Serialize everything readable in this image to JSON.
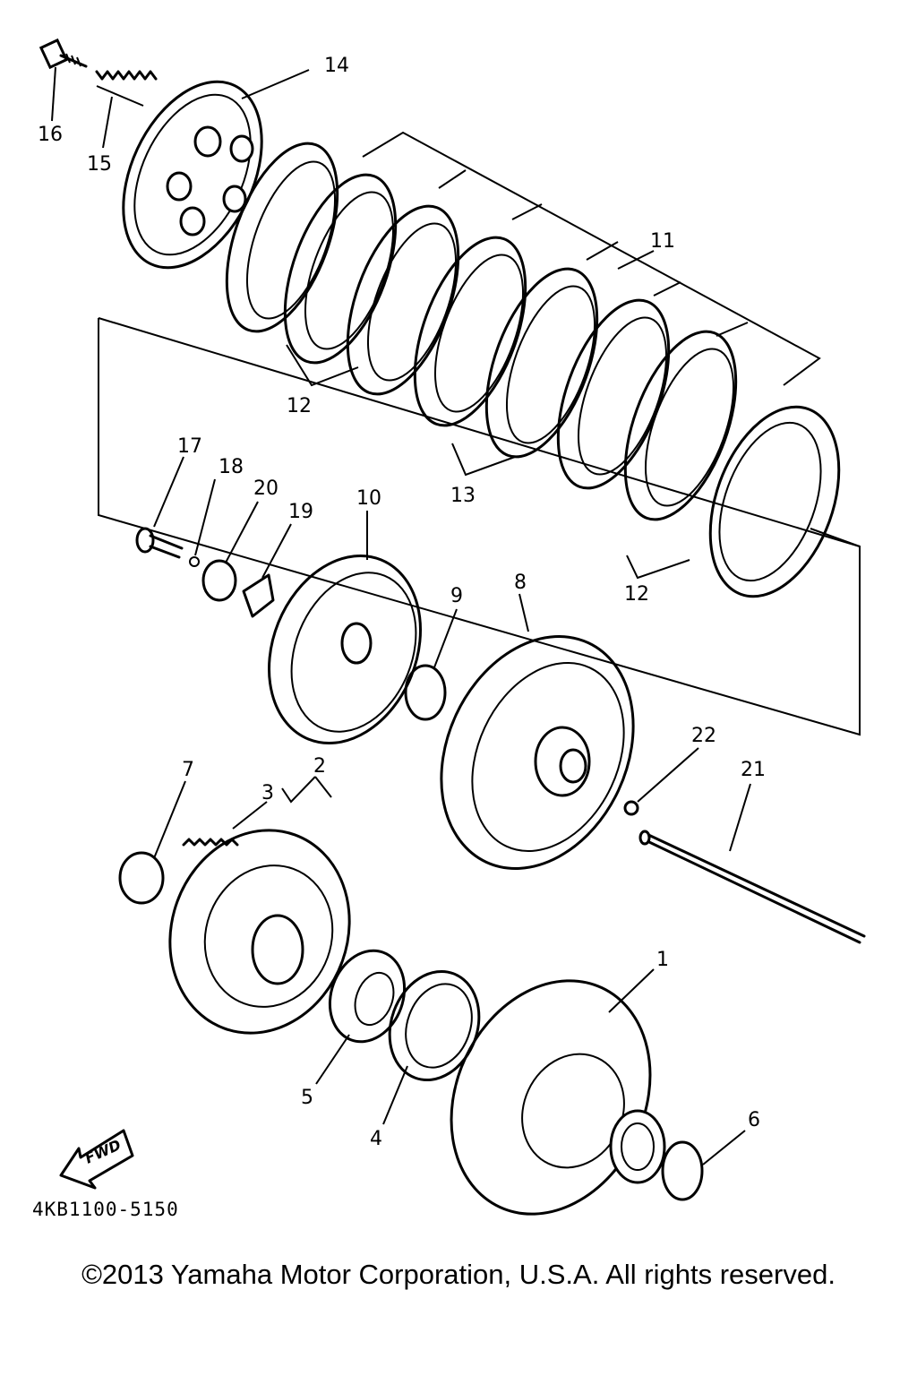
{
  "diagram": {
    "callouts": [
      "1",
      "2",
      "3",
      "4",
      "5",
      "6",
      "7",
      "8",
      "9",
      "10",
      "11",
      "12",
      "12",
      "13",
      "14",
      "15",
      "16",
      "17",
      "18",
      "19",
      "20",
      "21",
      "22"
    ],
    "fwd_label": "FWD",
    "part_code": "4KB1100-5150",
    "copyright": "©2013 Yamaha Motor Corporation, U.S.A. All rights reserved.",
    "line_color": "#000000",
    "background_color": "#ffffff"
  }
}
